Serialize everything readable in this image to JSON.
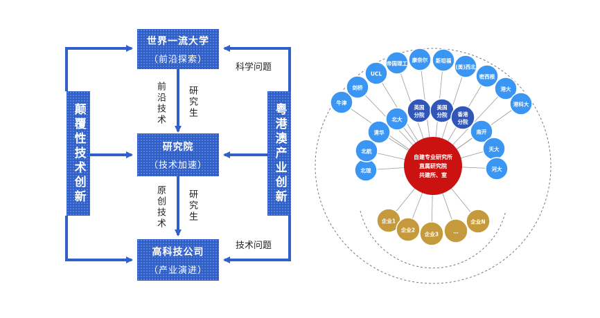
{
  "left": {
    "top_box": {
      "title": "世界一流大学",
      "subtitle": "（前沿探索）"
    },
    "mid_box": {
      "title": "研究院",
      "subtitle": "（技术加速）"
    },
    "bottom_box": {
      "title": "高科技公司",
      "subtitle": "（产业演进）"
    },
    "left_bar": "颠覆性技术创新",
    "right_bar": "粤港澳产业创新",
    "label_frontier_tech": "前沿技术",
    "label_institute_a": "研究生",
    "label_original_tech": "原创技术",
    "label_institute_b": "研究生",
    "label_science": "科学问题",
    "label_tech_issue": "技术问题"
  },
  "right": {
    "center_lines": [
      "自建专业研究所",
      "直属研究院",
      "共建所、室"
    ],
    "outer_ring": [
      "牛津",
      "剑桥",
      "UCL",
      "帝国理工",
      "康奈尔",
      "斯坦福",
      "(美)西北",
      "密西根",
      "港大",
      "港科大"
    ],
    "inner_ring": [
      "北理",
      "北航",
      "清华",
      "北大",
      "英国分院",
      "美国分院",
      "香港分院",
      "南开",
      "天大",
      "河大"
    ],
    "enterprises": [
      "企业1",
      "企业2",
      "企业3",
      "…",
      "企业N"
    ],
    "colors": {
      "outer": "#3b95f2",
      "inner": "#3b95f2",
      "branch": "#2f56b8",
      "center": "#cc1111",
      "enterprise": "#c49a3c"
    }
  }
}
